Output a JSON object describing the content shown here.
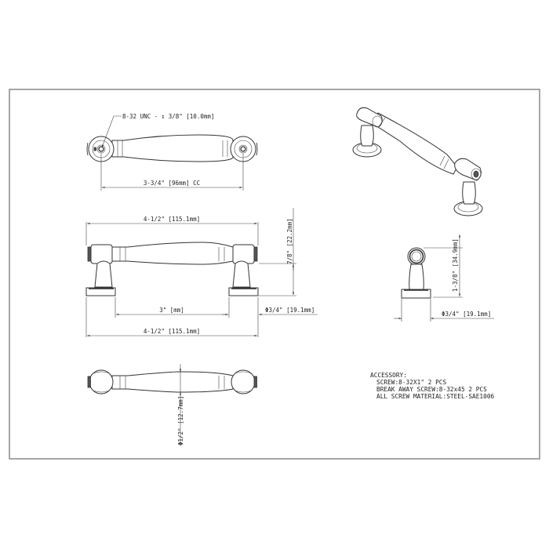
{
  "drawing": {
    "frame": {
      "stroke": "#777777"
    },
    "top_view": {
      "thread_callout": "8-32 UNC - ↧ 3/8\" [10.0mm]",
      "center_to_center": "3-3/4\" [96mm] CC"
    },
    "front_view": {
      "overall_length_top": "4-1/2\" [115.1mm]",
      "projection": "7/8\" [22.2mm]",
      "inner_span": "3\" [mm]",
      "base_diameter": "Φ3/4\" [19.1mm]",
      "overall_length_bottom": "4-1/2\" [115.1mm]"
    },
    "bottom_view": {
      "grip_diameter": "Φ1/2\" [12.7mm]"
    },
    "side_view": {
      "height": "1-3/8\" [34.9mm]",
      "base_diameter": "Φ3/4\" [19.1mm]"
    },
    "notes": {
      "title": "ACCESSORY:",
      "lines": [
        "SCREW:8-32X1\" 2 PCS",
        "BREAK AWAY SCREW:8-32x45 2 PCS",
        "ALL SCREW MATERIAL:STEEL-SAE1006"
      ]
    }
  }
}
